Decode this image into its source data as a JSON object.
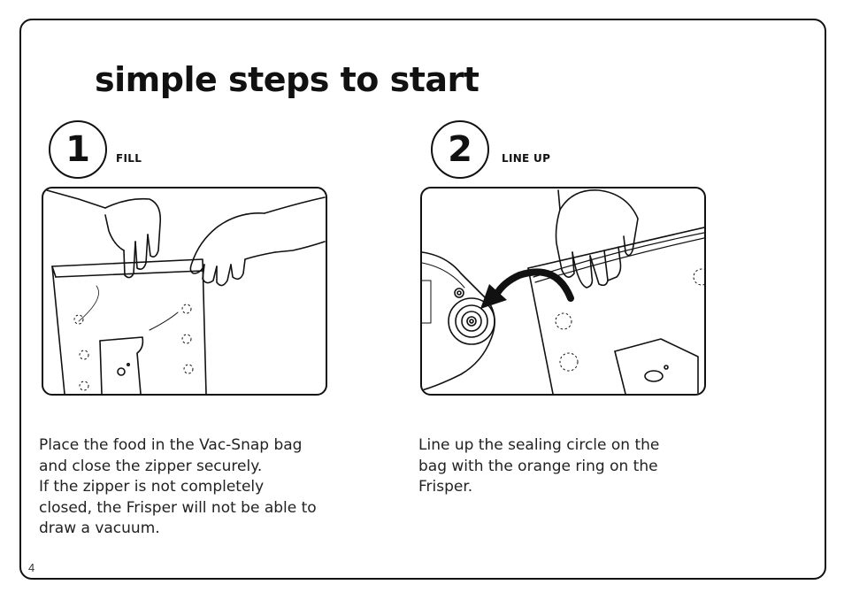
{
  "page": {
    "title": "simple steps to start",
    "page_number": "4"
  },
  "steps": [
    {
      "number": "1",
      "label": "FILL",
      "lines": [
        "Place the food in the Vac-Snap bag",
        "and close the zipper securely.",
        "If the zipper is not completely",
        "closed, the Frisper will not be able to",
        "draw a vacuum."
      ]
    },
    {
      "number": "2",
      "label": "LINE UP",
      "lines": [
        "Line up the sealing circle on the",
        "bag with the orange ring on the",
        "Frisper."
      ]
    }
  ]
}
